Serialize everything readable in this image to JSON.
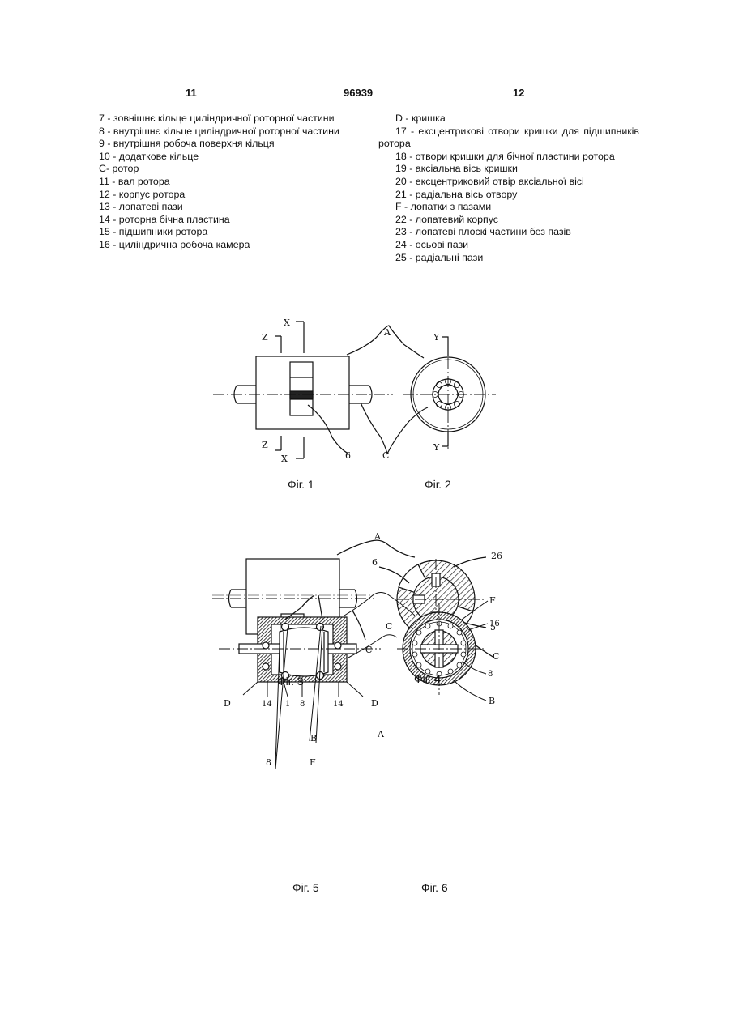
{
  "header": {
    "page_left": "11",
    "doc_number": "96939",
    "page_right": "12"
  },
  "legend_left": [
    "7 - зовнішнє кільце циліндричної роторної частини",
    "8 - внутрішнє кільце циліндричної роторної частини",
    "9 - внутрішня робоча поверхня кільця",
    "10 - додаткове кільце",
    "С- ротор",
    "11 - вал ротора",
    "12 - корпус ротора",
    "13 - лопатеві пази",
    "14 - роторна бічна пластина",
    "15 - підшипники ротора",
    "16 - циліндрична робоча камера"
  ],
  "legend_right": [
    "D - кришка",
    "17 - ексцентрикові отвори кришки для підшипників ротора",
    "18 - отвори кришки для бічної пластини ротора",
    "19 - аксіальна вісь кришки",
    "20 - ексцентриковий отвір аксіальної вісі",
    "21 - радіальна вісь отвору",
    "F - лопатки з пазами",
    "22 - лопатевий корпус",
    "23 - лопатеві плоскі частини без пазів",
    "24 - осьові пази",
    "25 - радіальні пази"
  ],
  "figures": {
    "fig1": {
      "caption": "Фіг. 1",
      "labels": {
        "x_top": "X",
        "x_bottom": "X",
        "z_top": "Z",
        "z_bottom": "Z",
        "a": "A",
        "c": "C",
        "n6": "6"
      }
    },
    "fig2": {
      "caption": "Фіг. 2",
      "labels": {
        "y_top": "Y",
        "y_bottom": "Y"
      }
    },
    "fig3": {
      "caption": "Фіг. 3",
      "labels": {
        "n5": "5",
        "c": "C",
        "a": "A"
      }
    },
    "fig4": {
      "caption": "Фіг. 4",
      "labels": {
        "n6": "6",
        "n26": "26",
        "n5": "5",
        "c": "C"
      }
    },
    "fig5": {
      "caption": "Фіг. 5",
      "labels": {
        "n8_top": "8",
        "f": "F",
        "b": "B",
        "a": "A",
        "c": "C",
        "d_left": "D",
        "n14_left": "14",
        "n1": "1",
        "n8_bottom": "8",
        "n14_right": "14",
        "d_right": "D"
      }
    },
    "fig6": {
      "caption": "Фіг. 6",
      "labels": {
        "f": "F",
        "n16": "16",
        "n8": "8",
        "b": "B"
      }
    }
  }
}
